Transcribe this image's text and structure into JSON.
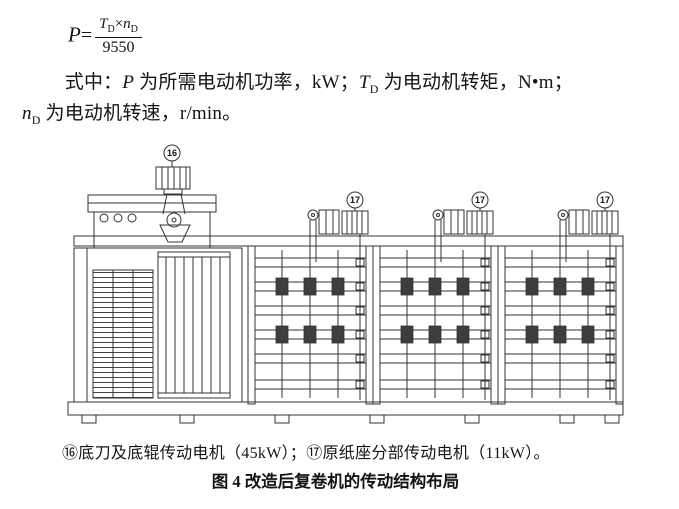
{
  "formula": {
    "lhs": "P",
    "equals": "=",
    "num_t": "T",
    "num_t_sub": "D",
    "times": "×",
    "num_n": "n",
    "num_n_sub": "D",
    "denominator": "9550"
  },
  "paragraph": {
    "part1": "式中：",
    "p_var": "P",
    "part2": " 为所需电动机功率，kW；",
    "t_var": "T",
    "t_sub": "D",
    "part3": " 为电动机转矩，N•m；",
    "n_var": "n",
    "n_sub": "D",
    "part4": " 为电动机转速，r/min。"
  },
  "diagram": {
    "motor16_label": "16",
    "motor17_label": "17"
  },
  "caption": {
    "text": "⑯底刀及底辊传动电机（45kW）；⑰原纸座分部传动电机（11kW）。"
  },
  "figure_title": "图 4 改造后复卷机的传动结构布局"
}
